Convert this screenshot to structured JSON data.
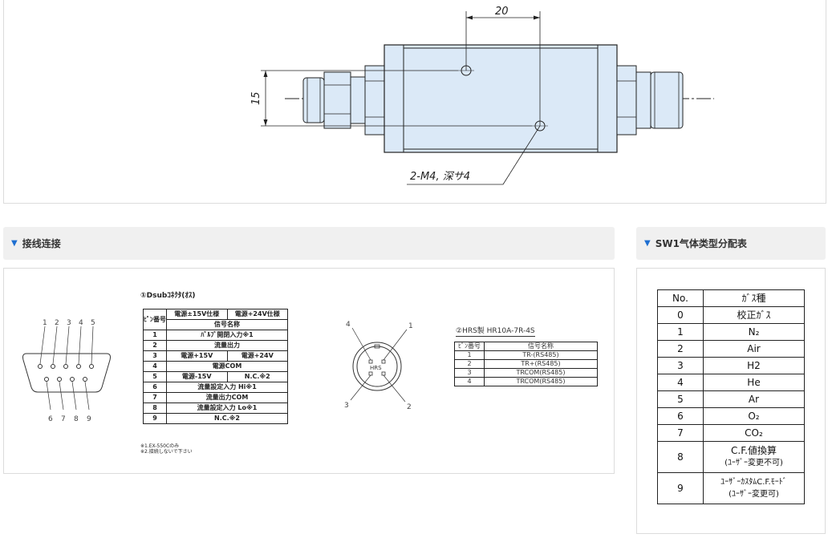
{
  "drawing": {
    "dim_top": "20",
    "dim_left": "15",
    "callout": "2-M4, 深サ4"
  },
  "wiring": {
    "title": "接线连接",
    "dsub": {
      "caption": "①Dsubｺﾈｸﾀ(ｵｽ)",
      "headers": [
        "ﾋﾟﾝ番号",
        "電源±15V仕様",
        "電源+24V仕様",
        "信号名称"
      ],
      "rows": [
        {
          "pin": "1",
          "a": "ﾊﾞﾙﾌﾞ開閉入力※1"
        },
        {
          "pin": "2",
          "a": "流量出力"
        },
        {
          "pin": "3",
          "a": "電源+15V",
          "b": "電源+24V"
        },
        {
          "pin": "4",
          "a": "電源COM"
        },
        {
          "pin": "5",
          "a": "電源-15V",
          "b": "N.C.※2"
        },
        {
          "pin": "6",
          "a": "流量設定入力 Hi※1"
        },
        {
          "pin": "7",
          "a": "流量出力COM"
        },
        {
          "pin": "8",
          "a": "流量設定入力 Lo※1"
        },
        {
          "pin": "9",
          "a": "N.C.※2"
        }
      ],
      "notes": [
        "※1.EX-550Cのみ",
        "※2.接続しないで下さい"
      ],
      "pins_top": [
        "1",
        "2",
        "3",
        "4",
        "5"
      ],
      "pins_bottom": [
        "6",
        "7",
        "8",
        "9"
      ]
    },
    "hrs": {
      "caption": "②HRS製 HR10A-7R-4S",
      "center_label": "HRS",
      "pin_labels": [
        "1",
        "2",
        "3",
        "4"
      ],
      "headers": [
        "ﾋﾟﾝ番号",
        "信号名称"
      ],
      "rows": [
        {
          "pin": "1",
          "signal": "TR-(RS485)"
        },
        {
          "pin": "2",
          "signal": "TR+(RS485)"
        },
        {
          "pin": "3",
          "signal": "TRCOM(RS485)"
        },
        {
          "pin": "4",
          "signal": "TRCOM(RS485)"
        }
      ]
    }
  },
  "sw1": {
    "title": "SW1气体类型分配表",
    "headers": [
      "No.",
      "ｶﾞｽ種"
    ],
    "rows": [
      {
        "no": "0",
        "gas": "校正ｶﾞｽ"
      },
      {
        "no": "1",
        "gas": "N₂"
      },
      {
        "no": "2",
        "gas": "Air"
      },
      {
        "no": "3",
        "gas": "H2"
      },
      {
        "no": "4",
        "gas": "He"
      },
      {
        "no": "5",
        "gas": "Ar"
      },
      {
        "no": "6",
        "gas": "O₂"
      },
      {
        "no": "7",
        "gas": "CO₂"
      },
      {
        "no": "8",
        "gas": "C.F.値換算",
        "gas2": "(ﾕｰｻﾞｰ変更不可)"
      },
      {
        "no": "9",
        "gas": "ﾕｰｻﾞｰｶｽﾀﾑC.F.ﾓｰﾄﾞ",
        "gas2": "(ﾕｰｻﾞｰ変更可)"
      }
    ]
  },
  "colors": {
    "accent": "#1f6fd1",
    "body_fill": "#dbe9f7",
    "header_bg": "#f0f0f0"
  }
}
